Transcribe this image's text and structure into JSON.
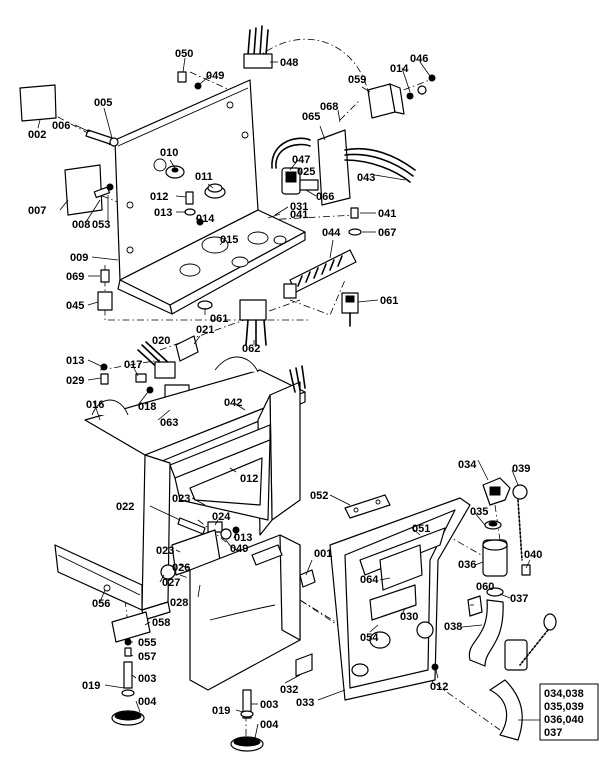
{
  "labels": [
    {
      "id": "050",
      "text": "050"
    },
    {
      "id": "049a",
      "text": "049"
    },
    {
      "id": "048",
      "text": "048"
    },
    {
      "id": "046",
      "text": "046"
    },
    {
      "id": "014a",
      "text": "014"
    },
    {
      "id": "059",
      "text": "059"
    },
    {
      "id": "002",
      "text": "002"
    },
    {
      "id": "006",
      "text": "006"
    },
    {
      "id": "005",
      "text": "005"
    },
    {
      "id": "068",
      "text": "068"
    },
    {
      "id": "065",
      "text": "065"
    },
    {
      "id": "010",
      "text": "010"
    },
    {
      "id": "011",
      "text": "011"
    },
    {
      "id": "047",
      "text": "047"
    },
    {
      "id": "025",
      "text": "025"
    },
    {
      "id": "043",
      "text": "043"
    },
    {
      "id": "066",
      "text": "066"
    },
    {
      "id": "012a",
      "text": "012"
    },
    {
      "id": "013a",
      "text": "013"
    },
    {
      "id": "014b",
      "text": "014"
    },
    {
      "id": "031",
      "text": "031"
    },
    {
      "id": "041a",
      "text": "041"
    },
    {
      "id": "041b",
      "text": "041"
    },
    {
      "id": "067",
      "text": "067"
    },
    {
      "id": "007",
      "text": "007"
    },
    {
      "id": "008",
      "text": "008"
    },
    {
      "id": "053",
      "text": "053"
    },
    {
      "id": "015",
      "text": "015"
    },
    {
      "id": "044",
      "text": "044"
    },
    {
      "id": "009",
      "text": "009"
    },
    {
      "id": "069",
      "text": "069"
    },
    {
      "id": "045",
      "text": "045"
    },
    {
      "id": "061a",
      "text": "061"
    },
    {
      "id": "061b",
      "text": "061"
    },
    {
      "id": "021",
      "text": "021"
    },
    {
      "id": "062",
      "text": "062"
    },
    {
      "id": "020",
      "text": "020"
    },
    {
      "id": "013b",
      "text": "013"
    },
    {
      "id": "029",
      "text": "029"
    },
    {
      "id": "017",
      "text": "017"
    },
    {
      "id": "018",
      "text": "018"
    },
    {
      "id": "063",
      "text": "063"
    },
    {
      "id": "016",
      "text": "016"
    },
    {
      "id": "042",
      "text": "042"
    },
    {
      "id": "012b",
      "text": "012"
    },
    {
      "id": "034",
      "text": "034"
    },
    {
      "id": "039",
      "text": "039"
    },
    {
      "id": "052",
      "text": "052"
    },
    {
      "id": "023a",
      "text": "023"
    },
    {
      "id": "022",
      "text": "022"
    },
    {
      "id": "024",
      "text": "024"
    },
    {
      "id": "013c",
      "text": "013"
    },
    {
      "id": "049b",
      "text": "049"
    },
    {
      "id": "051",
      "text": "051"
    },
    {
      "id": "035",
      "text": "035"
    },
    {
      "id": "023b",
      "text": "023"
    },
    {
      "id": "026",
      "text": "026"
    },
    {
      "id": "001",
      "text": "001"
    },
    {
      "id": "036",
      "text": "036"
    },
    {
      "id": "040",
      "text": "040"
    },
    {
      "id": "027",
      "text": "027"
    },
    {
      "id": "064",
      "text": "064"
    },
    {
      "id": "028",
      "text": "028"
    },
    {
      "id": "056",
      "text": "056"
    },
    {
      "id": "060",
      "text": "060"
    },
    {
      "id": "037",
      "text": "037"
    },
    {
      "id": "030",
      "text": "030"
    },
    {
      "id": "058",
      "text": "058"
    },
    {
      "id": "054",
      "text": "054"
    },
    {
      "id": "038",
      "text": "038"
    },
    {
      "id": "055",
      "text": "055"
    },
    {
      "id": "057",
      "text": "057"
    },
    {
      "id": "003a",
      "text": "003"
    },
    {
      "id": "019a",
      "text": "019"
    },
    {
      "id": "012c",
      "text": "012"
    },
    {
      "id": "032",
      "text": "032"
    },
    {
      "id": "004a",
      "text": "004"
    },
    {
      "id": "033",
      "text": "033"
    },
    {
      "id": "019b",
      "text": "019"
    },
    {
      "id": "003b",
      "text": "003"
    },
    {
      "id": "004b",
      "text": "004"
    }
  ],
  "callout_box": {
    "lines": [
      "034,038",
      "035,039",
      "036,040",
      "037"
    ]
  }
}
